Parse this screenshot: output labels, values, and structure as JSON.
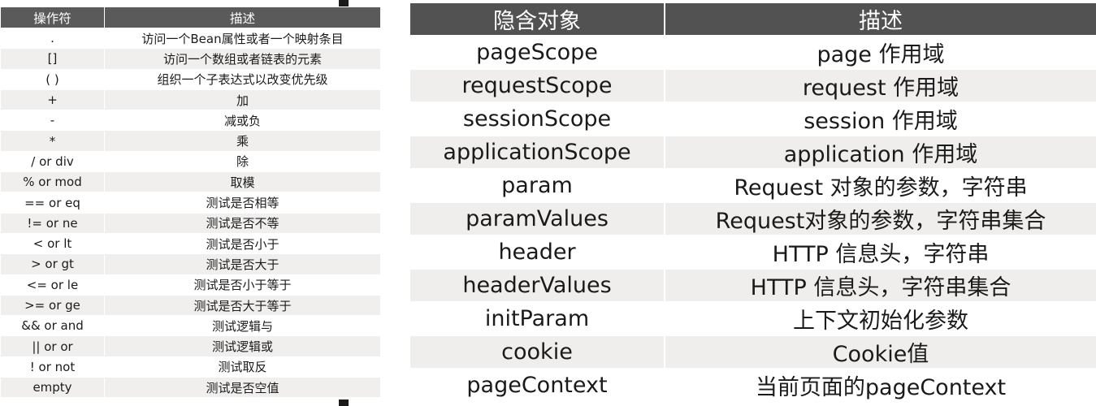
{
  "left_table": {
    "headers": [
      "操作符",
      "描述"
    ],
    "rows": [
      [
        ".",
        "访问一个Bean属性或者一个映射条目"
      ],
      [
        "[]",
        "访问一个数组或者链表的元素"
      ],
      [
        "( )",
        "组织一个子表达式以改变优先级"
      ],
      [
        "+",
        "加"
      ],
      [
        "-",
        "减或负"
      ],
      [
        "*",
        "乘"
      ],
      [
        "/ or div",
        "除"
      ],
      [
        "% or mod",
        "取模"
      ],
      [
        "== or eq",
        "测试是否相等"
      ],
      [
        "!= or ne",
        "测试是否不等"
      ],
      [
        "< or lt",
        "测试是否小于"
      ],
      [
        "> or gt",
        "测试是否大于"
      ],
      [
        "<= or le",
        "测试是否小于等于"
      ],
      [
        ">= or ge",
        "测试是否大于等于"
      ],
      [
        "&& or and",
        "测试逻辑与"
      ],
      [
        "|| or or",
        "测试逻辑或"
      ],
      [
        "! or not",
        "测试取反"
      ],
      [
        "empty",
        "测试是否空值"
      ]
    ]
  },
  "right_table": {
    "headers": [
      "隐含对象",
      "描述"
    ],
    "rows": [
      [
        "pageScope",
        "page 作用域"
      ],
      [
        "requestScope",
        "request 作用域"
      ],
      [
        "sessionScope",
        "session 作用域"
      ],
      [
        "applicationScope",
        "application 作用域"
      ],
      [
        "param",
        "Request 对象的参数，字符串"
      ],
      [
        "paramValues",
        "Request对象的参数，字符串集合"
      ],
      [
        "header",
        "HTTP 信息头，字符串"
      ],
      [
        "headerValues",
        "HTTP 信息头，字符串集合"
      ],
      [
        "initParam",
        "上下文初始化参数"
      ],
      [
        "cookie",
        "Cookie值"
      ],
      [
        "pageContext",
        "当前页面的pageContext"
      ]
    ]
  }
}
